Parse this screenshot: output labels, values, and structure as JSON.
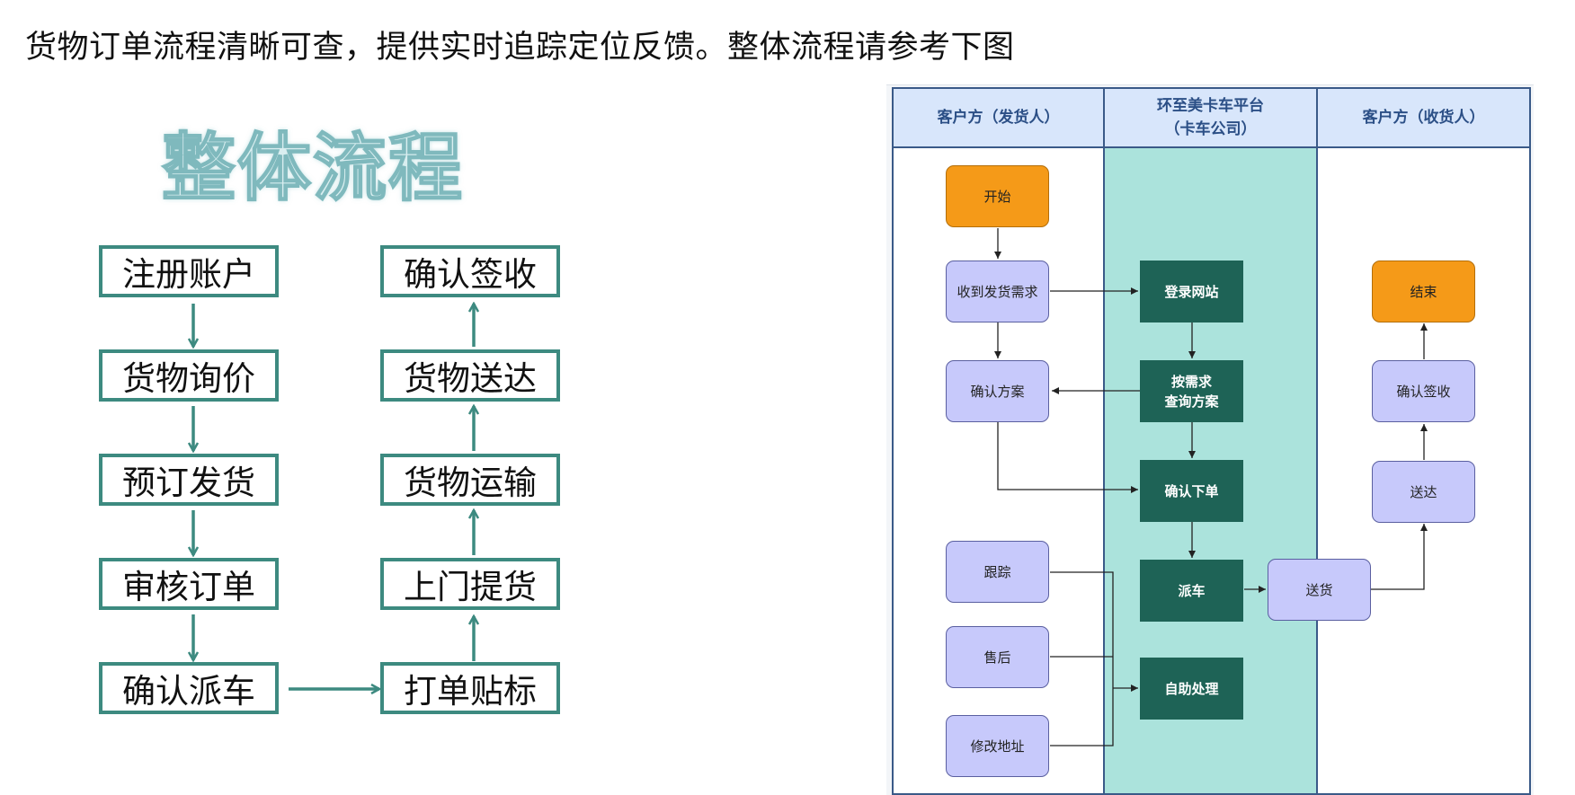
{
  "headline": "货物订单流程清晰可查，提供实时追踪定位反馈。整体流程请参考下图",
  "left_title": "整体流程",
  "left_flow": {
    "col1": [
      "注册账户",
      "货物询价",
      "预订发货",
      "审核订单",
      "确认派车"
    ],
    "col2": [
      "确认签收",
      "货物送达",
      "货物运输",
      "上门提货",
      "打单贴标"
    ]
  },
  "lanes": {
    "shipper": "客户方（发货人）",
    "platform_line1": "环至美卡车平台",
    "platform_line2": "（卡车公司）",
    "receiver": "客户方（收货人）"
  },
  "nodes": {
    "start": "开始",
    "receive_request": "收到发货需求",
    "confirm_plan": "确认方案",
    "track": "跟踪",
    "after_sales": "售后",
    "modify_address": "修改地址",
    "login": "登录网站",
    "query_line1": "按需求",
    "query_line2": "查询方案",
    "confirm_order": "确认下单",
    "dispatch": "派车",
    "self_service": "自助处理",
    "deliver": "送货",
    "arrive": "送达",
    "sign": "确认签收",
    "end": "结束"
  },
  "colors": {
    "left_border": "#3d8a80",
    "lane_header_bg": "#d8e6fb",
    "platform_lane_bg": "#abe3dc",
    "node_blue": "#c7c9fb",
    "node_orange": "#f59a18",
    "node_green": "#1e6356"
  }
}
